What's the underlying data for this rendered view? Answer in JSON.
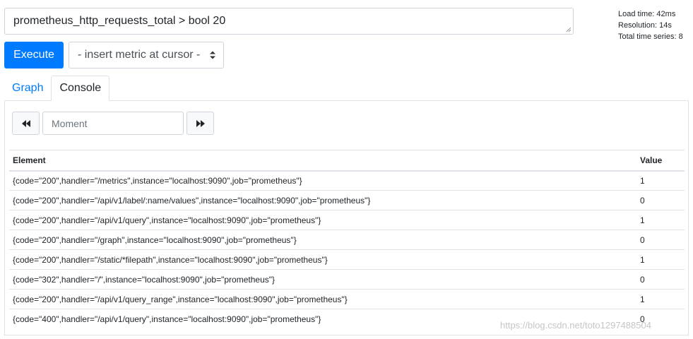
{
  "query": {
    "expression": "prometheus_http_requests_total > bool 20"
  },
  "stats": {
    "load_time": "Load time: 42ms",
    "resolution": "Resolution: 14s",
    "total_series": "Total time series: 8"
  },
  "toolbar": {
    "execute_label": "Execute",
    "metric_select_value": "- insert metric at cursor -"
  },
  "tabs": [
    {
      "label": "Graph"
    },
    {
      "label": "Console"
    }
  ],
  "console": {
    "moment_placeholder": "Moment",
    "headers": {
      "element": "Element",
      "value": "Value"
    },
    "rows": [
      {
        "element": "{code=\"200\",handler=\"/metrics\",instance=\"localhost:9090\",job=\"prometheus\"}",
        "value": "1"
      },
      {
        "element": "{code=\"200\",handler=\"/api/v1/label/:name/values\",instance=\"localhost:9090\",job=\"prometheus\"}",
        "value": "0"
      },
      {
        "element": "{code=\"200\",handler=\"/api/v1/query\",instance=\"localhost:9090\",job=\"prometheus\"}",
        "value": "1"
      },
      {
        "element": "{code=\"200\",handler=\"/graph\",instance=\"localhost:9090\",job=\"prometheus\"}",
        "value": "0"
      },
      {
        "element": "{code=\"200\",handler=\"/static/*filepath\",instance=\"localhost:9090\",job=\"prometheus\"}",
        "value": "1"
      },
      {
        "element": "{code=\"302\",handler=\"/\",instance=\"localhost:9090\",job=\"prometheus\"}",
        "value": "0"
      },
      {
        "element": "{code=\"200\",handler=\"/api/v1/query_range\",instance=\"localhost:9090\",job=\"prometheus\"}",
        "value": "1"
      },
      {
        "element": "{code=\"400\",handler=\"/api/v1/query\",instance=\"localhost:9090\",job=\"prometheus\"}",
        "value": "0"
      }
    ]
  },
  "watermark": "https://blog.csdn.net/toto1297488504",
  "colors": {
    "primary": "#007bff",
    "border": "#dee2e6"
  },
  "icons": {
    "prev": "fast-backward-icon",
    "next": "fast-forward-icon",
    "select": "updown-caret-icon"
  }
}
